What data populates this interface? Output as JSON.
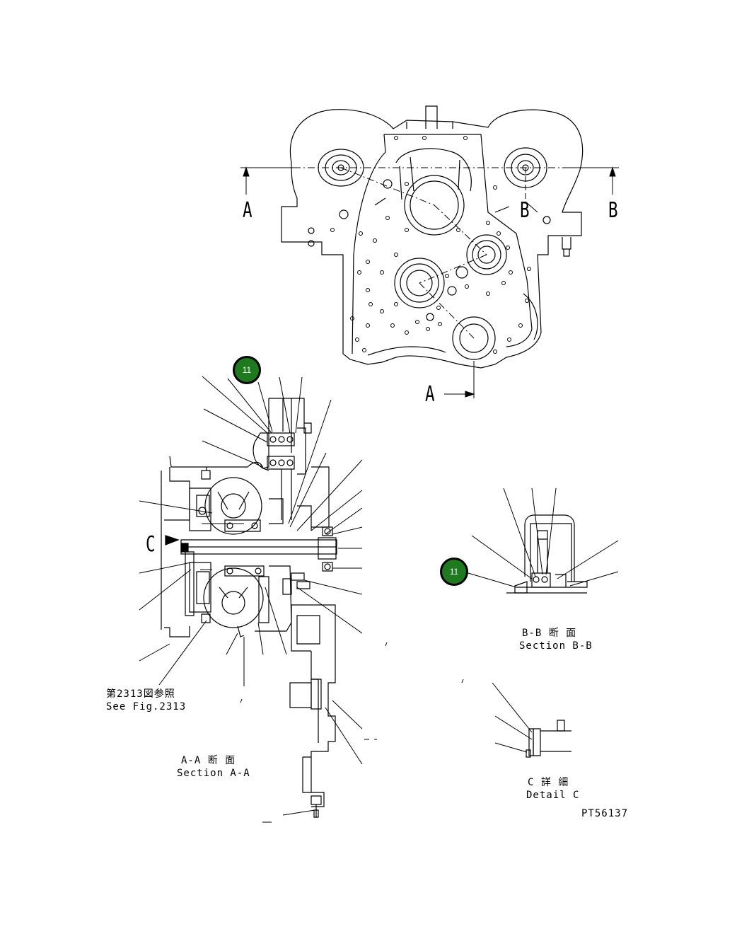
{
  "section_labels": {
    "a_left": "A",
    "a_bottom": "A",
    "b_left": "B",
    "b_right": "B",
    "c_arrow": "C"
  },
  "callouts": [
    {
      "number": "11"
    },
    {
      "number": "11"
    }
  ],
  "captions": {
    "aa_jp": "A-A 断 面",
    "aa_en": "Section A-A",
    "bb_jp": "B-B 断 面",
    "bb_en": "Section B-B",
    "c_jp": "C 詳 細",
    "c_en": "Detail C",
    "ref_jp": "第2313図参照",
    "ref_en": "See Fig.2313"
  },
  "drawing_id": "PT56137",
  "colors": {
    "callout_fill": "#1f7a1f",
    "line": "#000000"
  }
}
